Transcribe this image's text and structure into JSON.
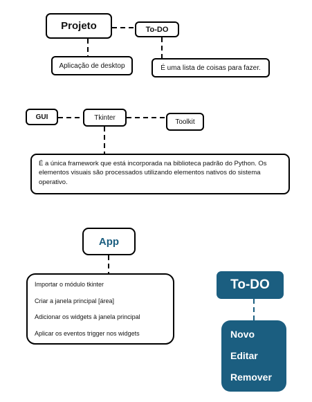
{
  "top": {
    "projeto": "Projeto",
    "todo": "To-DO",
    "desktop": "Aplicação de desktop",
    "lista": "É uma lista de coisas para fazer."
  },
  "middle": {
    "gui": "GUI",
    "tkinter": "Tkinter",
    "toolkit": "Toolkit",
    "description": "É a única framework que está incorporada na biblioteca padrão do Python. Os elementos visuais são processados utilizando elementos nativos do sistema operativo."
  },
  "bottom": {
    "app": "App",
    "steps": [
      "Importar o módulo tkinter",
      "Criar a janela principal [área]",
      "Adicionar os widgets à janela principal",
      "Aplicar os eventos trigger nos widgets"
    ],
    "todo": "To-DO",
    "menu": [
      "Novo",
      "Editar",
      "Remover"
    ]
  },
  "colors": {
    "accent": "#1b5e80",
    "border": "#000000"
  }
}
